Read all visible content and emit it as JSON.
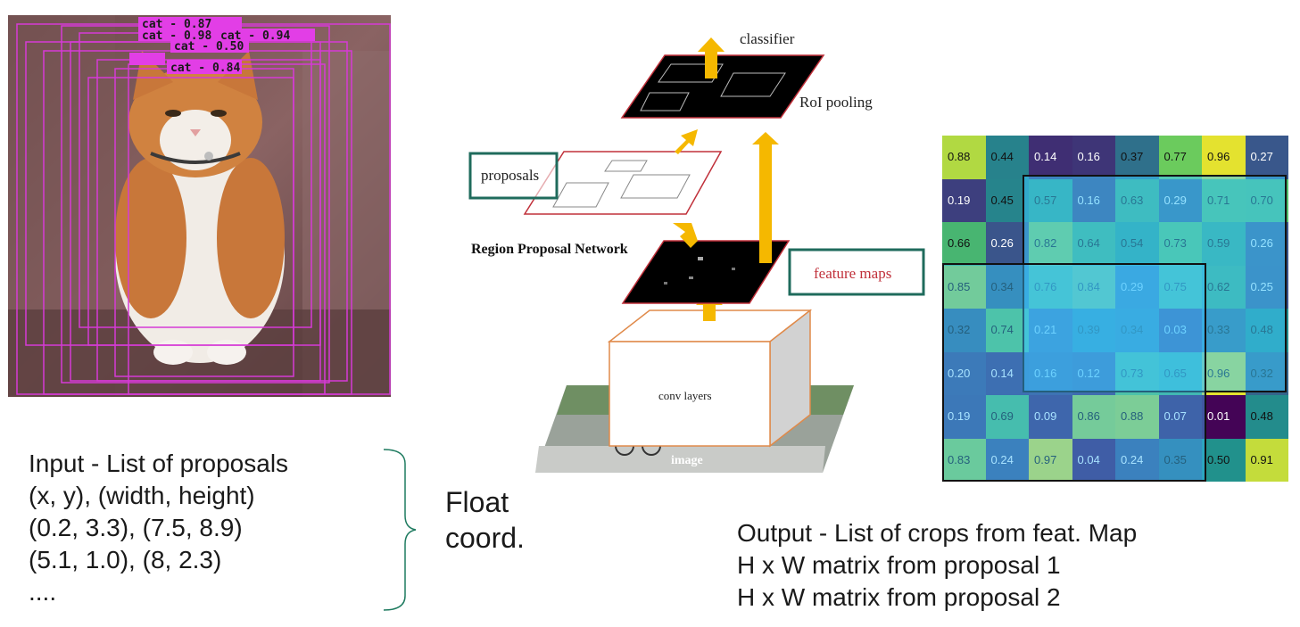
{
  "detections": [
    "cat - 0.87",
    "cat - 0.98",
    "cat - 0.94",
    "cat - 0.50",
    "cat - 0.84"
  ],
  "input_list": {
    "title": "Input - List of proposals",
    "format": "(x, y), (width, height)",
    "rows": [
      "(0.2, 3.3), (7.5, 8.9)",
      "(5.1, 1.0), (8, 2.3)"
    ],
    "ellipsis": "...."
  },
  "float_label": [
    "Float",
    "coord."
  ],
  "diagram": {
    "classifier": "classifier",
    "roi_pooling": "RoI pooling",
    "proposals": "proposals",
    "rpn": "Region Proposal Network",
    "feature_maps": "feature maps",
    "conv_layers": "conv layers",
    "image": "image"
  },
  "heatmap": {
    "rows": [
      [
        "0.88",
        "0.44",
        "0.14",
        "0.16",
        "0.37",
        "0.77",
        "0.96",
        "0.27"
      ],
      [
        "0.19",
        "0.45",
        "0.57",
        "0.16",
        "0.63",
        "0.29",
        "0.71",
        "0.70"
      ],
      [
        "0.66",
        "0.26",
        "0.82",
        "0.64",
        "0.54",
        "0.73",
        "0.59",
        "0.26"
      ],
      [
        "0.85",
        "0.34",
        "0.76",
        "0.84",
        "0.29",
        "0.75",
        "0.62",
        "0.25"
      ],
      [
        "0.32",
        "0.74",
        "0.21",
        "0.39",
        "0.34",
        "0.03",
        "0.33",
        "0.48"
      ],
      [
        "0.20",
        "0.14",
        "0.16",
        "0.12",
        "0.73",
        "0.65",
        "0.96",
        "0.32"
      ],
      [
        "0.19",
        "0.69",
        "0.09",
        "0.86",
        "0.88",
        "0.07",
        "0.01",
        "0.48"
      ],
      [
        "0.83",
        "0.24",
        "0.97",
        "0.04",
        "0.24",
        "0.35",
        "0.50",
        "0.91"
      ]
    ]
  },
  "output_list": {
    "title": "Output - List of crops from feat. Map",
    "rows": [
      "H x W matrix from proposal 1",
      "H x W matrix from proposal 2"
    ]
  },
  "colors": {
    "box": "#d63ad6",
    "label_bg": "#e23ee6",
    "arrow": "#f5b800",
    "highlight": "#1f6b5c",
    "plane_border": "#c0303a",
    "conv_border": "#e08a4a"
  }
}
